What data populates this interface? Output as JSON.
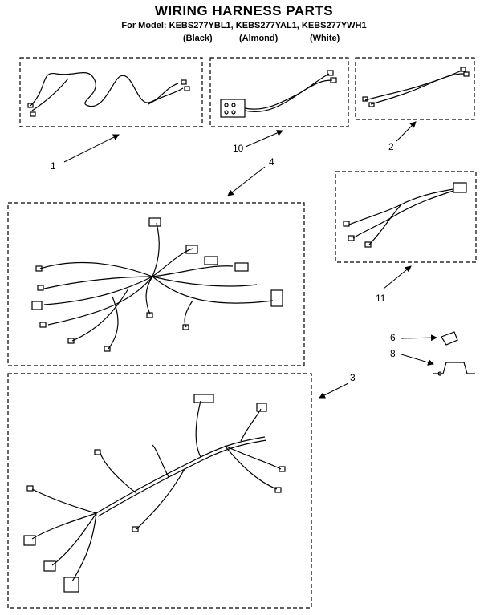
{
  "header": {
    "title": "WIRING HARNESS PARTS",
    "model_line": "For Model: KEBS277YBL1, KEBS277YAL1, KEBS277YWH1",
    "variants": [
      "(Black)",
      "(Almond)",
      "(White)"
    ]
  },
  "parts": [
    {
      "number": "1"
    },
    {
      "number": "10"
    },
    {
      "number": "2"
    },
    {
      "number": "4"
    },
    {
      "number": "11"
    },
    {
      "number": "6"
    },
    {
      "number": "8"
    },
    {
      "number": "3"
    }
  ]
}
